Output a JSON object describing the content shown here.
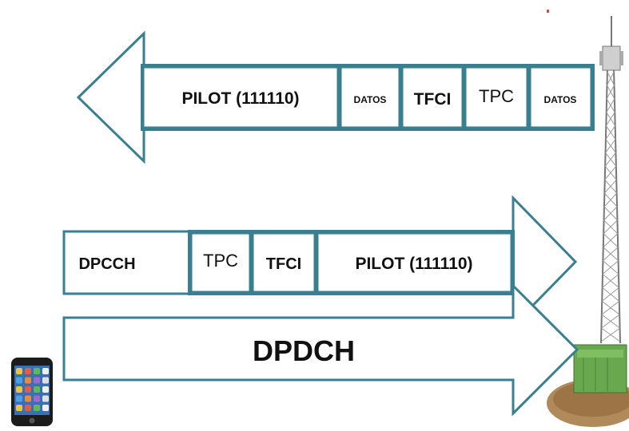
{
  "downlink": {
    "fields": [
      "PILOT (111110)",
      "DATOS",
      "TFCI",
      "TPC",
      "DATOS"
    ]
  },
  "uplink": {
    "control_label": "DPCCH",
    "control_fields": [
      "TPC",
      "TFCI",
      "PILOT (111110)"
    ],
    "data_label": "DPDCH"
  },
  "colors": {
    "arrow_stroke": "#3a7f8f",
    "text": "#111111",
    "tower_green": "#6aa84f"
  },
  "icons": [
    "phone-icon",
    "base-station-tower-icon"
  ]
}
